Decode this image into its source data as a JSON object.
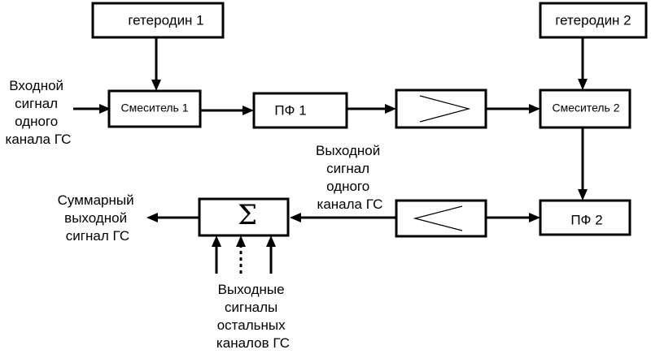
{
  "blocks": {
    "lo1": "гетеродин 1",
    "lo2": "гетеродин 2",
    "mixer1": "Смеситель 1",
    "mixer2": "Смеситель 2",
    "bpf1": "ПФ 1",
    "bpf2": "ПФ 2",
    "summer": "Σ"
  },
  "labels": {
    "input": [
      "Входной",
      "сигнал",
      "одного",
      "канала ГС"
    ],
    "channel_output": [
      "Выходной",
      "сигнал",
      "одного",
      "канала ГС"
    ],
    "sum_output": [
      "Суммарный",
      "выходной",
      "сигнал ГС"
    ],
    "other_outputs": [
      "Выходные",
      "сигналы",
      "остальных",
      "каналов ГС"
    ]
  }
}
